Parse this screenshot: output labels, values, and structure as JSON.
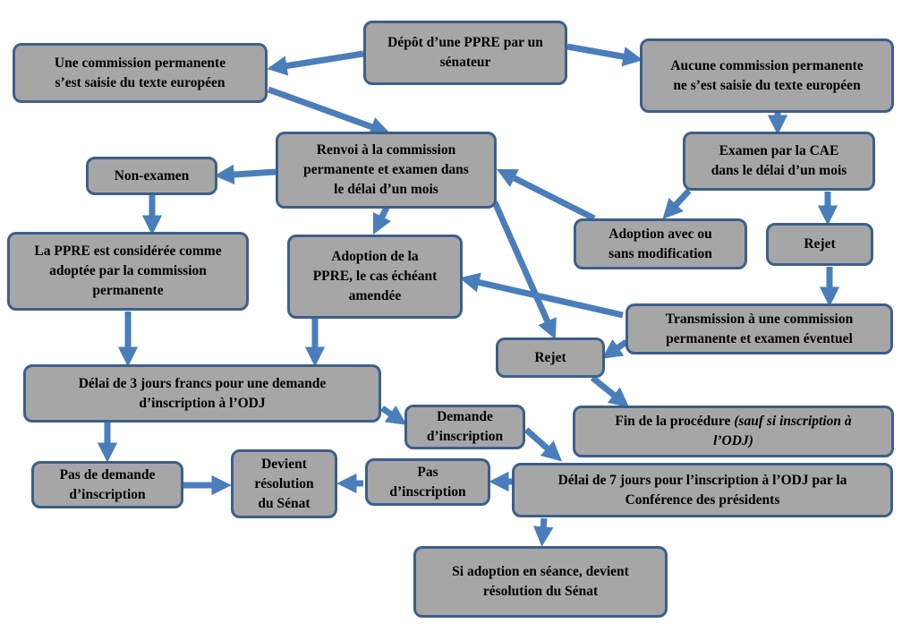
{
  "colors": {
    "box_fill": "#a6a6a6",
    "box_border": "#3c5f8c",
    "arrow": "#4a7ebb"
  },
  "nodes": {
    "depot": "Dépôt d’une PPRE par un\nsénateur",
    "commission_saisie": "Une commission permanente\ns’est saisie du texte européen",
    "aucune_commission": "Aucune commission permanente\nne s’est saisie du texte européen",
    "renvoi": "Renvoi à la commission\npermanente et examen dans\nle délai d’un mois",
    "examen_cae": "Examen par la CAE\ndans le délai d’un mois",
    "non_examen": "Non-examen",
    "ppre_adoptee": "La PPRE est considérée comme\nadoptée par la commission\npermanente",
    "adoption_ppre": "Adoption de la\nPPRE, le cas échéant\namendée",
    "adoption_modif": "Adoption avec ou\nsans modification",
    "rejet_cae": "Rejet",
    "transmission": "Transmission à une commission\npermanente et examen éventuel",
    "rejet": "Rejet",
    "delai_3": "Délai de 3 jours francs pour une demande\nd’inscription à l’ODJ",
    "fin_main": "Fin de la procédure ",
    "fin_italic": "(sauf si inscription à\nl’ODJ)",
    "demande_inscription": "Demande\nd’inscription",
    "pas_demande": "Pas de demande\nd’inscription",
    "devient_resolution": "Devient\nrésolution\ndu Sénat",
    "pas_inscription": "Pas\nd’inscription",
    "delai_7": "Délai de 7 jours pour l’inscription à l’ODJ par la\nConférence des présidents",
    "adoption_seance": "Si adoption en séance, devient\nrésolution du Sénat"
  }
}
